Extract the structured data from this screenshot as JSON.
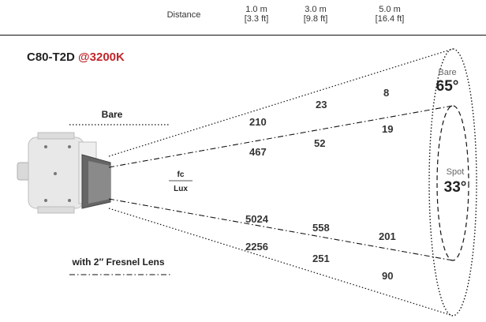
{
  "header": {
    "distance_label": "Distance",
    "distances": [
      {
        "m": "1.0 m",
        "ft": "[3.3 ft]"
      },
      {
        "m": "3.0 m",
        "ft": "[9.8 ft]"
      },
      {
        "m": "5.0 m",
        "ft": "[16.4 ft]"
      }
    ]
  },
  "product": {
    "model": "C80-T2D",
    "temperature": "@3200K"
  },
  "legend": {
    "bare_label": "Bare",
    "fresnel_label": "with 2″ Fresnel Lens"
  },
  "units": {
    "fc": "fc",
    "lux": "Lux"
  },
  "bare": {
    "angle_label": "Bare",
    "angle": "65°",
    "fc": [
      "23",
      "8"
    ],
    "lux": [
      "210"
    ]
  },
  "spot": {
    "angle_label": "Spot",
    "angle": "33°",
    "values_top": [
      "467",
      "52",
      "19"
    ],
    "values_bottom": [
      "5024",
      "558",
      "201"
    ]
  },
  "fresnel": {
    "values": [
      "2256",
      "251",
      "90"
    ]
  },
  "colors": {
    "accent": "#c0272d",
    "line": "#111111",
    "text": "#222222"
  }
}
